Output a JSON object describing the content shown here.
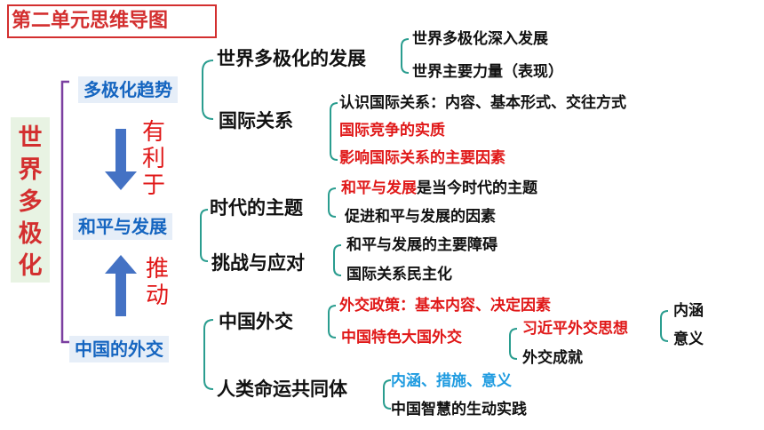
{
  "title": "第二单元思维导图",
  "root": "世界多极化",
  "sections": {
    "s1": {
      "label": "多极化趋势",
      "nodes": {
        "n1": {
          "label": "世界多极化的发展",
          "items": [
            "世界多极化深入发展",
            "世界主要力量（表现）"
          ]
        },
        "n2": {
          "label": "国际关系",
          "items": [
            "认识国际关系：内容、基本形式、交往方式",
            "国际竞争的实质",
            "影响国际关系的主要因素"
          ]
        }
      }
    },
    "s2": {
      "label": "和平与发展",
      "nodes": {
        "n1": {
          "label": "时代的主题",
          "item0_red": "和平与发展",
          "item0_rest": "是当今时代的主题",
          "item1": "促进和平与发展的因素"
        },
        "n2": {
          "label": "挑战与应对",
          "items": [
            "和平与发展的主要障碍",
            "国际关系民主化"
          ]
        }
      }
    },
    "s3": {
      "label": "中国的外交",
      "nodes": {
        "n1": {
          "label": "中国外交",
          "items": [
            "外交政策：基本内容、决定因素",
            "中国特色大国外交"
          ],
          "sub": [
            "习近平外交思想",
            "外交成就"
          ],
          "subsub": [
            "内涵",
            "意义"
          ]
        },
        "n2": {
          "label": "人类命运共同体",
          "items": [
            "内涵、措施、意义",
            "中国智慧的生动实践"
          ]
        }
      }
    }
  },
  "connectors": {
    "upper": [
      "有",
      "利",
      "于"
    ],
    "lower": [
      "推",
      "动"
    ]
  },
  "colors": {
    "red": "#e01818",
    "blue_text": "#1565c0",
    "bracket": "#2a9d8f",
    "root_bracket": "#7b3fa0",
    "arrow": "#4472c4",
    "root_bg": "#e8f3e3",
    "section_bg": "#e6eef8",
    "light_blue": "#1e9be0"
  }
}
